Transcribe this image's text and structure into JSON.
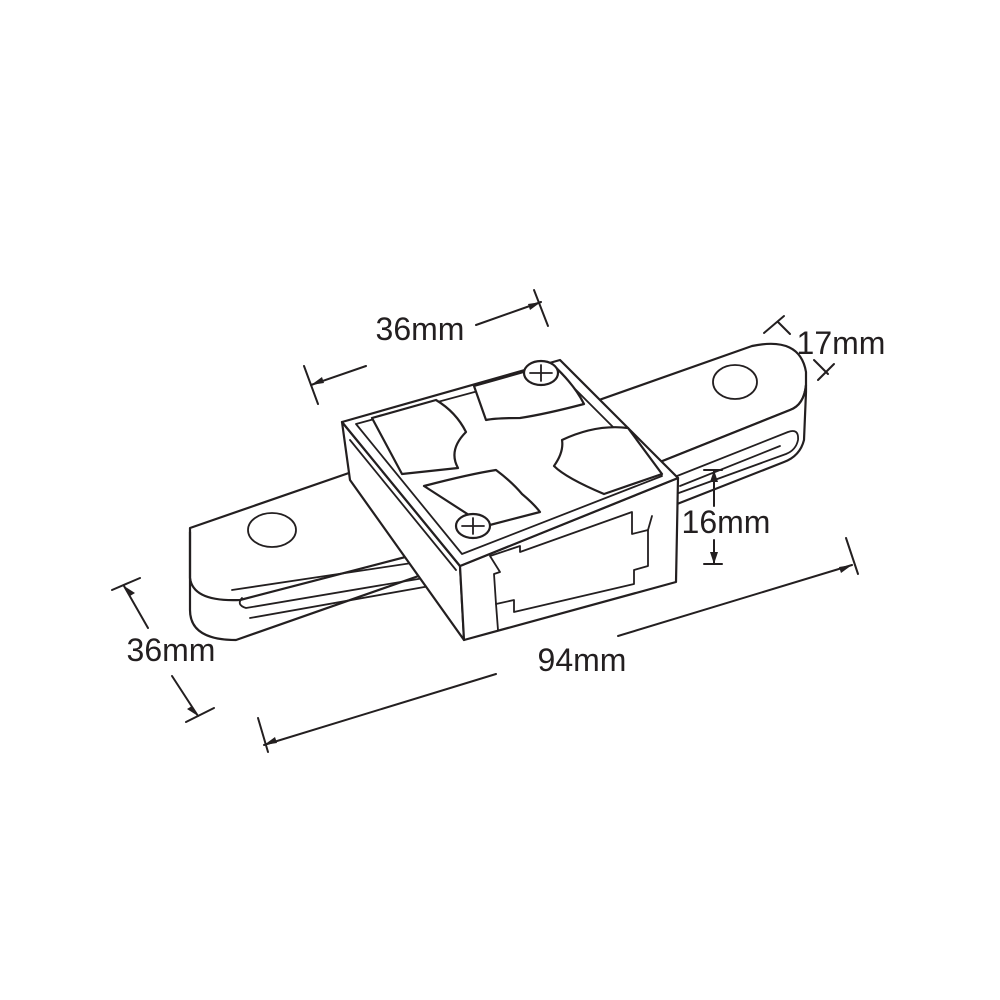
{
  "dimensions": {
    "top_width": "36mm",
    "rail_width": "17mm",
    "height": "16mm",
    "depth": "36mm",
    "length": "94mm"
  },
  "colors": {
    "line": "#231f20",
    "background": "#ffffff"
  }
}
